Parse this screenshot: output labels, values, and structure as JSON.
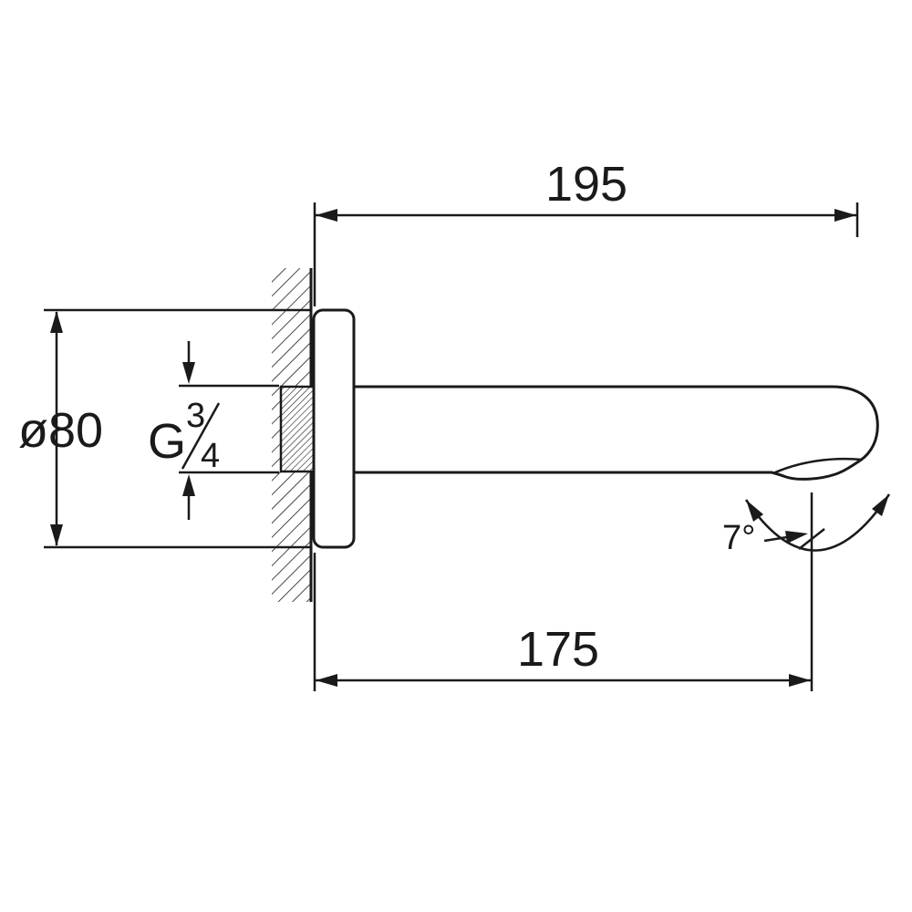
{
  "drawing": {
    "dimensions": {
      "total_length": "195",
      "spout_length": "175",
      "flange_diameter": "ø80",
      "tilt_angle": "7°"
    },
    "thread_label": {
      "prefix": "G",
      "numerator": "3",
      "denominator": "4"
    }
  }
}
